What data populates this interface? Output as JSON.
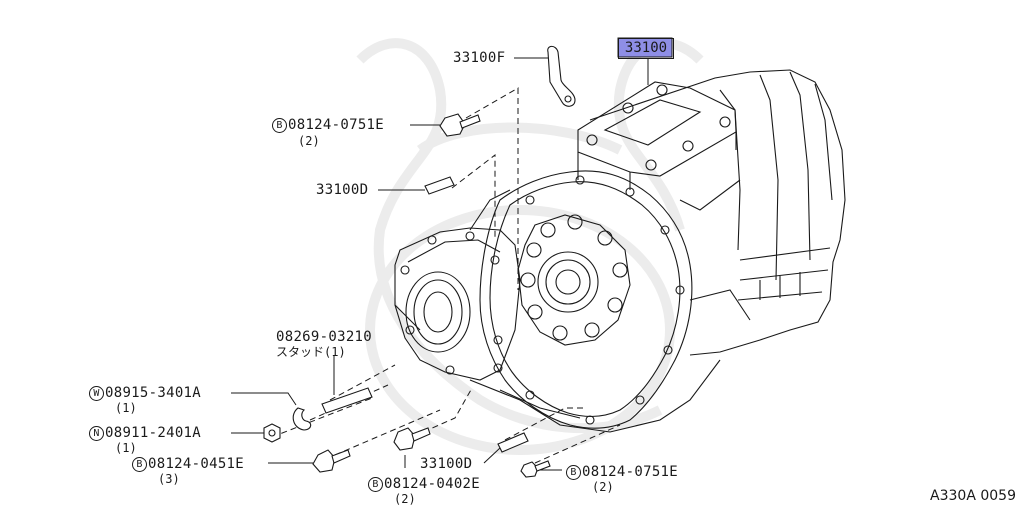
{
  "colors": {
    "highlight": "#8e8ee6",
    "line": "#1a1a1a",
    "watermark": "#ececec"
  },
  "callouts": {
    "main": "33100",
    "bracket": "33100F",
    "stud_upper": "33100D",
    "stud_lower": "33100D",
    "bolt_top": {
      "prefix": "B",
      "part": "08124-0751E",
      "qty": "(2)"
    },
    "stud_part": {
      "part": "08269-03210",
      "note": "スタッド(1)"
    },
    "washer": {
      "prefix": "W",
      "part": "08915-3401A",
      "qty": "(1)"
    },
    "nut": {
      "prefix": "N",
      "part": "08911-2401A",
      "qty": "(1)"
    },
    "bolt_left": {
      "prefix": "B",
      "part": "08124-0451E",
      "qty": "(3)"
    },
    "bolt_mid": {
      "prefix": "B",
      "part": "08124-0402E",
      "qty": "(2)"
    },
    "bolt_right": {
      "prefix": "B",
      "part": "08124-0751E",
      "qty": "(2)"
    }
  },
  "figure_id": "A330A 0059"
}
